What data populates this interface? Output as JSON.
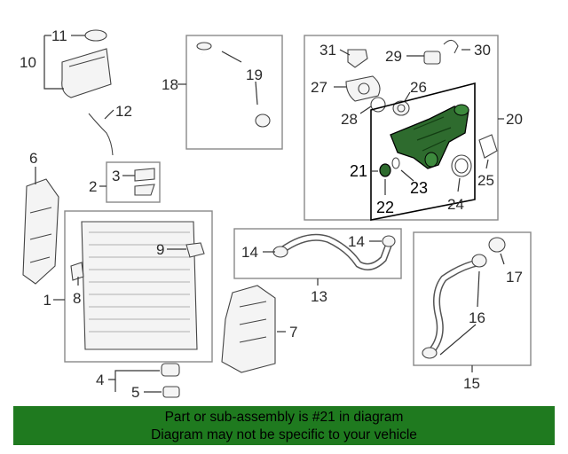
{
  "callouts": {
    "c1": "1",
    "c2": "2",
    "c3": "3",
    "c4": "4",
    "c5": "5",
    "c6": "6",
    "c7": "7",
    "c8": "8",
    "c9": "9",
    "c10": "10",
    "c11": "11",
    "c12": "12",
    "c13": "13",
    "c14a": "14",
    "c14b": "14",
    "c15": "15",
    "c16": "16",
    "c17": "17",
    "c18": "18",
    "c19": "19",
    "c20": "20",
    "c21": "21",
    "c22": "22",
    "c23": "23",
    "c24": "24",
    "c25": "25",
    "c26": "26",
    "c27": "27",
    "c28": "28",
    "c29": "29",
    "c30": "30",
    "c31": "31"
  },
  "banner": {
    "line1": "Part or sub-assembly is #21 in diagram",
    "line2": "Diagram may not be specific to your vehicle"
  },
  "colors": {
    "highlight": "#2e6b2e",
    "banner": "#1f7a1f"
  }
}
